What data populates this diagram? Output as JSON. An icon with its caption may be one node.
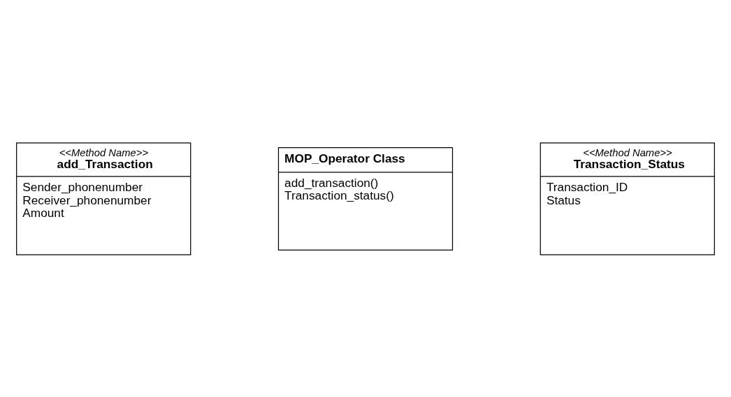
{
  "diagram": {
    "nodes": [
      {
        "text": [
          "MOP_Operator Class",
          "add_transaction()",
          "Transaction_status()"
        ]
      },
      {
        "text": [
          "<<Method Name>>",
          "add_Transaction",
          "Sender_phonenumber",
          "Receiver_phonenumber",
          "Amount"
        ]
      },
      {
        "text": [
          "<<Method Name>>",
          "Transaction_Status",
          "Transaction_ID",
          "Status"
        ]
      }
    ],
    "edges": []
  }
}
